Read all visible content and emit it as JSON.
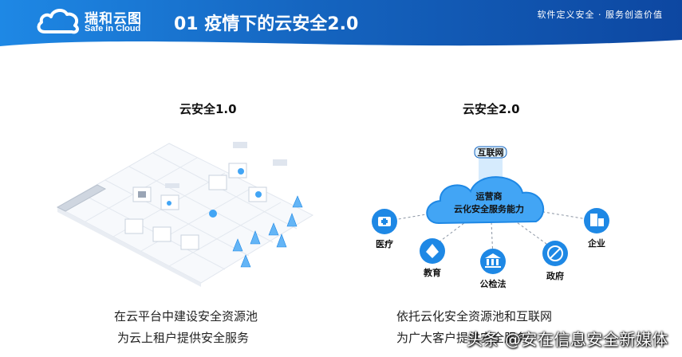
{
  "header": {
    "brand_cn": "瑞和云图",
    "brand_en": "Safe in Cloud",
    "title": "01 疫情下的云安全2.0",
    "slogan": "软件定义安全 · 服务创造价值"
  },
  "left": {
    "title": "云安全1.0",
    "caption_line1": "在云平台中建设安全资源池",
    "caption_line2": "为云上租户提供安全服务"
  },
  "right": {
    "title": "云安全2.0",
    "top_node": "互联网",
    "cloud_line1": "运营商",
    "cloud_line2": "云化安全服务能力",
    "nodes": [
      "医疗",
      "教育",
      "公检法",
      "政府",
      "企业"
    ],
    "caption_line1": "依托云化安全资源池和互联网",
    "caption_line2": "为广大客户提供安全服务"
  },
  "watermark": "头条 @安在信息安全新媒体",
  "colors": {
    "header_blue": "#1565c0",
    "icon_blue": "#1e88e5",
    "cloud_blue": "#2196f3"
  }
}
